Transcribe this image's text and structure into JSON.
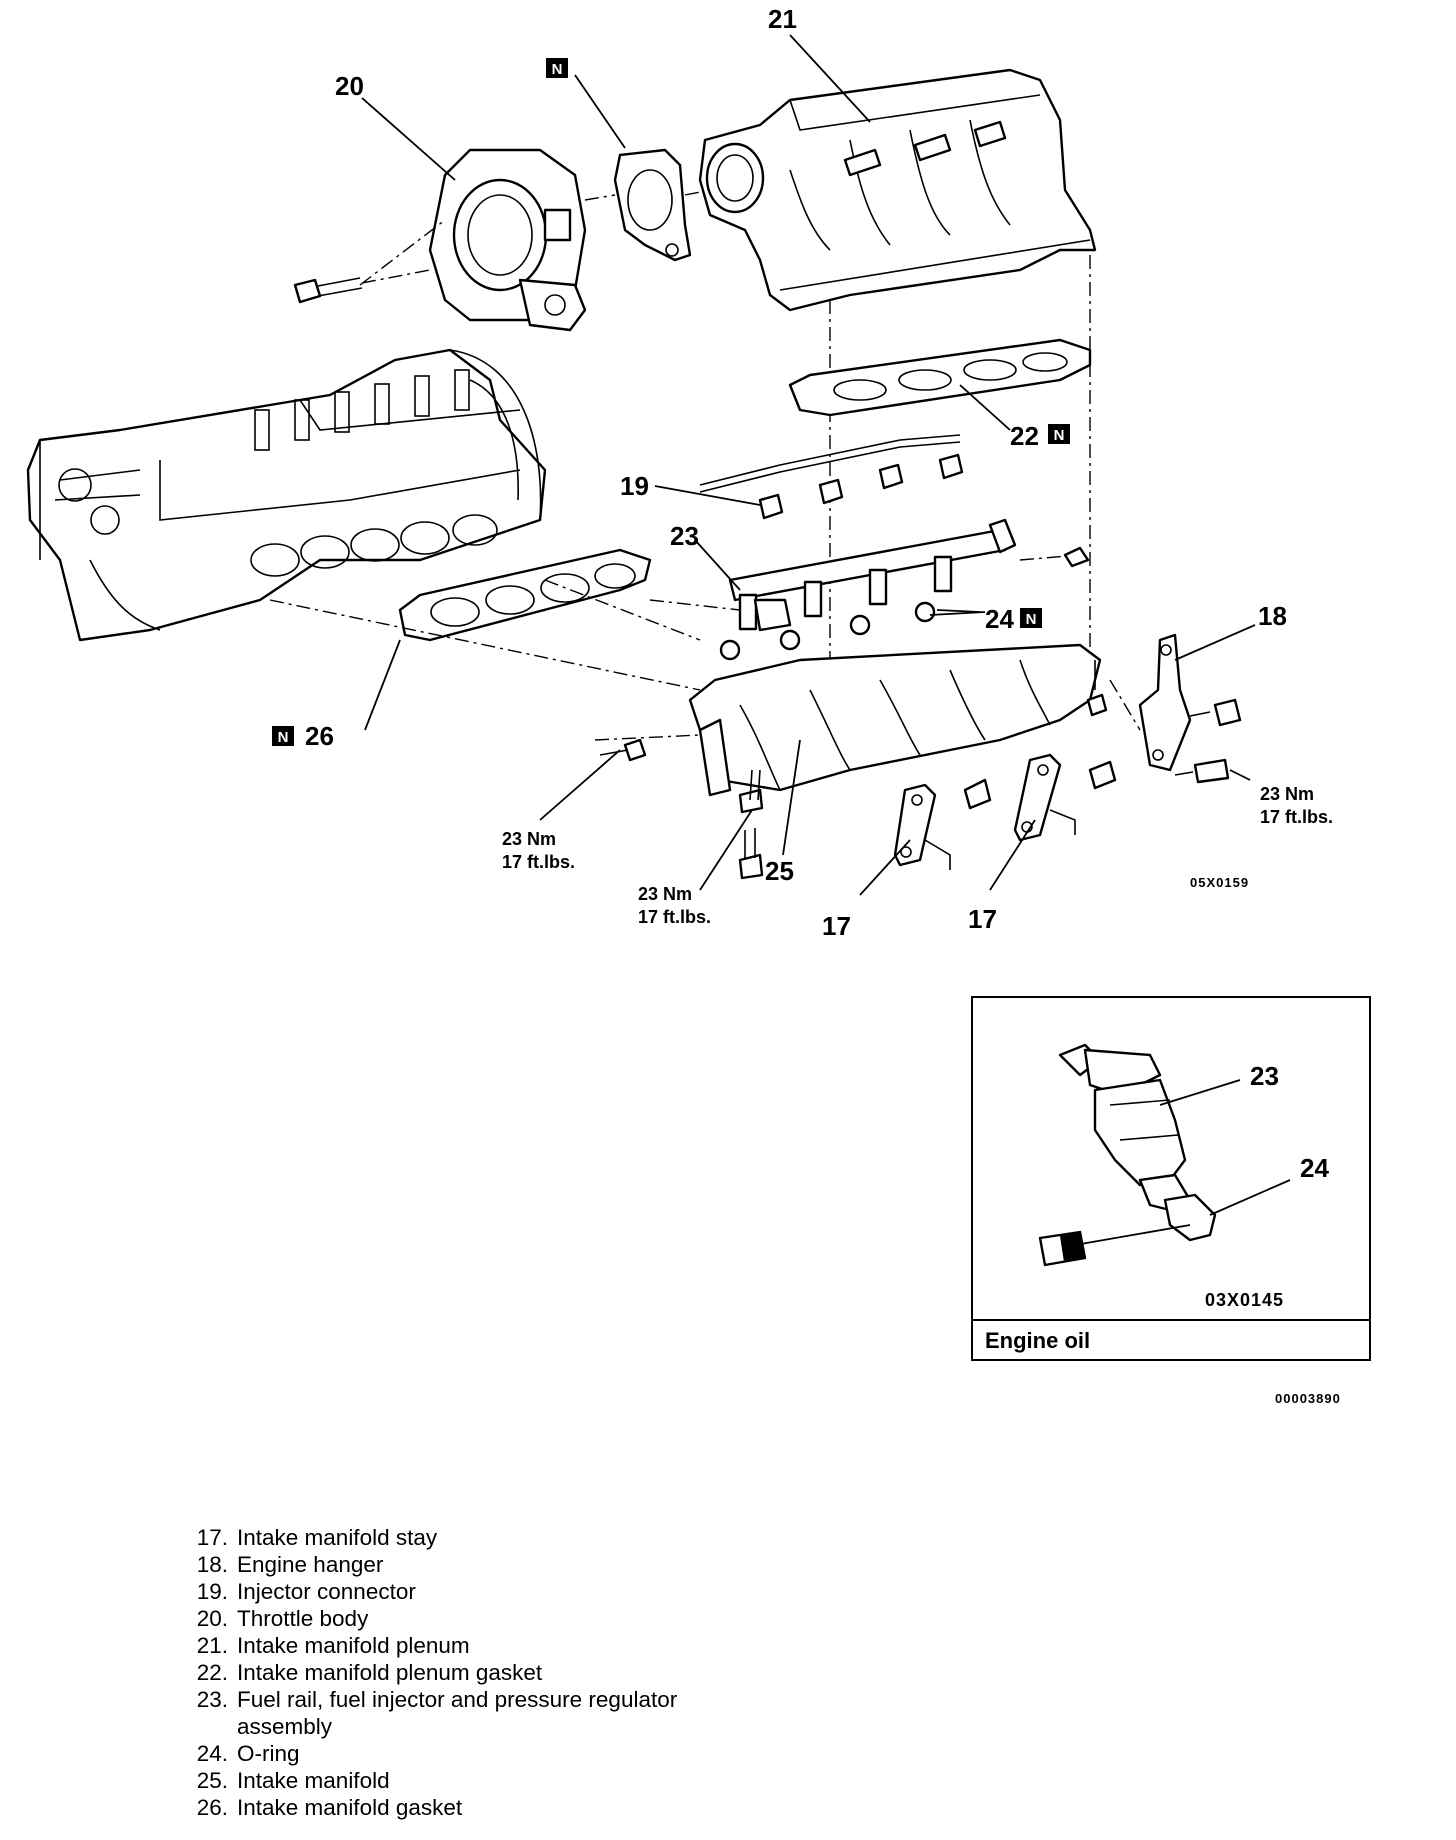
{
  "diagram": {
    "callouts": {
      "c17a": "17",
      "c17b": "17",
      "c18": "18",
      "c19": "19",
      "c20": "20",
      "c21": "21",
      "c22": "22",
      "c23": "23",
      "c24": "24",
      "c25": "25",
      "c26": "26"
    },
    "new_part_marker": "N",
    "torque_nm": "23 Nm",
    "torque_ftlbs": "17 ft.lbs.",
    "figure_code_main": "05X0159",
    "inset": {
      "callout_injector": "23",
      "callout_oring": "24",
      "figure_code": "03X0145",
      "lubricant_label": "Engine oil"
    },
    "figure_code_page": "00003890"
  },
  "legend": [
    {
      "num": "17.",
      "text": "Intake manifold stay"
    },
    {
      "num": "18.",
      "text": "Engine hanger"
    },
    {
      "num": "19.",
      "text": "Injector connector"
    },
    {
      "num": "20.",
      "text": "Throttle body"
    },
    {
      "num": "21.",
      "text": "Intake manifold plenum"
    },
    {
      "num": "22.",
      "text": "Intake manifold plenum gasket"
    },
    {
      "num": "23.",
      "text": "Fuel rail, fuel injector and pressure regulator assembly"
    },
    {
      "num": "24.",
      "text": "O-ring"
    },
    {
      "num": "25.",
      "text": "Intake manifold"
    },
    {
      "num": "26.",
      "text": "Intake manifold gasket"
    }
  ]
}
